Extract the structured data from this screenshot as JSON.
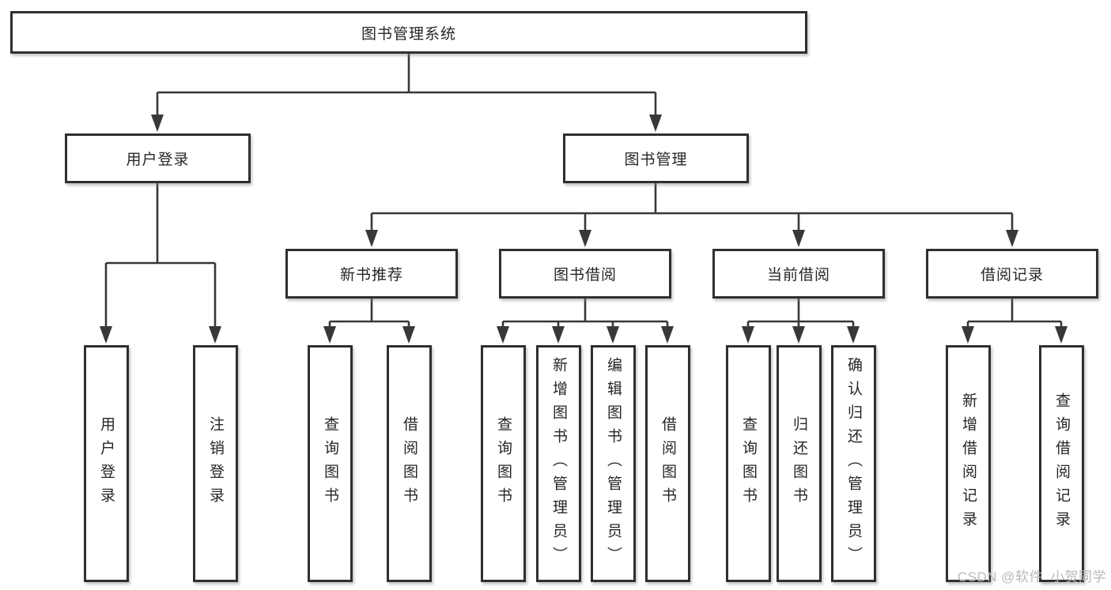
{
  "diagram": {
    "root": {
      "label": "图书管理系统",
      "children": [
        {
          "label": "用户登录",
          "children": [
            {
              "label": "用户登录"
            },
            {
              "label": "注销登录"
            }
          ]
        },
        {
          "label": "图书管理",
          "children": [
            {
              "label": "新书推荐",
              "children": [
                {
                  "label": "查询图书"
                },
                {
                  "label": "借阅图书"
                }
              ]
            },
            {
              "label": "图书借阅",
              "children": [
                {
                  "label": "查询图书"
                },
                {
                  "label": "新增图书（管理员）"
                },
                {
                  "label": "编辑图书（管理员）"
                },
                {
                  "label": "借阅图书"
                }
              ]
            },
            {
              "label": "当前借阅",
              "children": [
                {
                  "label": "查询图书"
                },
                {
                  "label": "归还图书"
                },
                {
                  "label": "确认归还（管理员）"
                }
              ]
            },
            {
              "label": "借阅记录",
              "children": [
                {
                  "label": "新增借阅记录"
                },
                {
                  "label": "查询借阅记录"
                }
              ]
            }
          ]
        }
      ]
    },
    "watermark": "CSDN @软件_小贺同学",
    "colors": {
      "line": "#383838",
      "box_border": "#2f2f2f",
      "text": "#262626",
      "watermark": "#b9b9b9",
      "background": "#ffffff"
    }
  }
}
